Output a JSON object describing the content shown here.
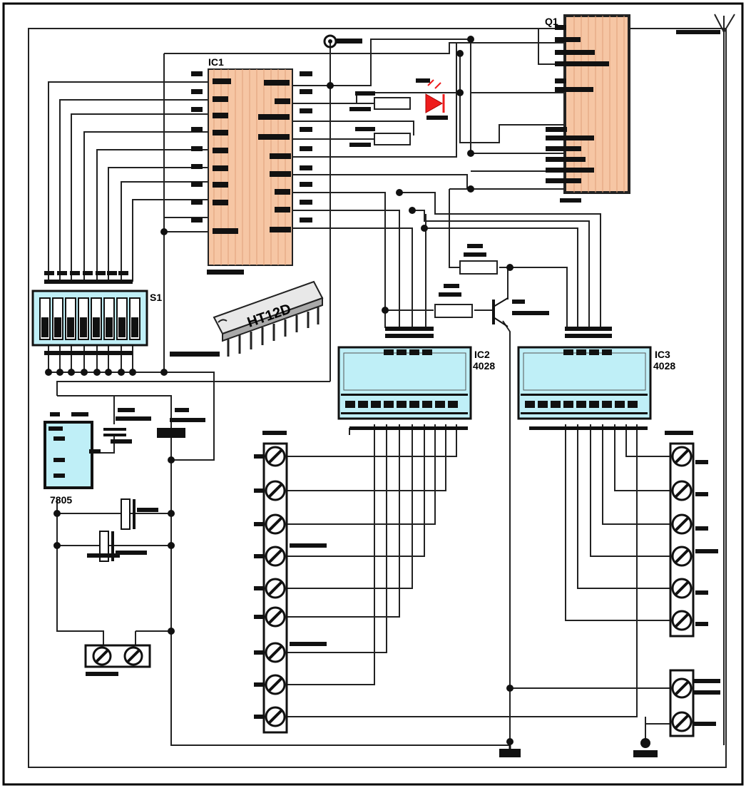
{
  "labels": {
    "ic1": "IC1",
    "ic2": "IC2",
    "ic2_type": "4028",
    "ic3": "IC3",
    "ic3_type": "4028",
    "q1": "Q1",
    "s1": "S1",
    "regulator": "7805",
    "chip_marking": "HT12D"
  },
  "colors": {
    "ic_body": "#f6c6a4",
    "lcd_body": "#bfeff7",
    "led": "#ee1c1c",
    "wire": "#222222",
    "pad": "#111111"
  },
  "icons": {
    "antenna": "antenna-icon",
    "ground": "ground-icon",
    "led": "led-icon",
    "transistor": "transistor-icon"
  }
}
